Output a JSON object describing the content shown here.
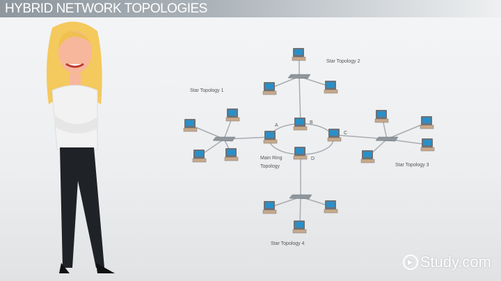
{
  "header": {
    "title": "HYBRID NETWORK TOPOLOGIES"
  },
  "diagram": {
    "labels": {
      "star1": "Star Topology 1",
      "star2": "Star Topology 2",
      "star3": "Star Topology 3",
      "star4": "Star Topology 4",
      "ring_line1": "Main Ring",
      "ring_line2": "Topology"
    },
    "ring_nodes": {
      "a": "A",
      "b": "B",
      "c": "C",
      "d": "D"
    }
  },
  "brand": {
    "logo_text": "Study.com"
  },
  "colors": {
    "screen": "#2a8fc8",
    "line": "#a8acb0",
    "title_bg": "#98a1a8"
  }
}
